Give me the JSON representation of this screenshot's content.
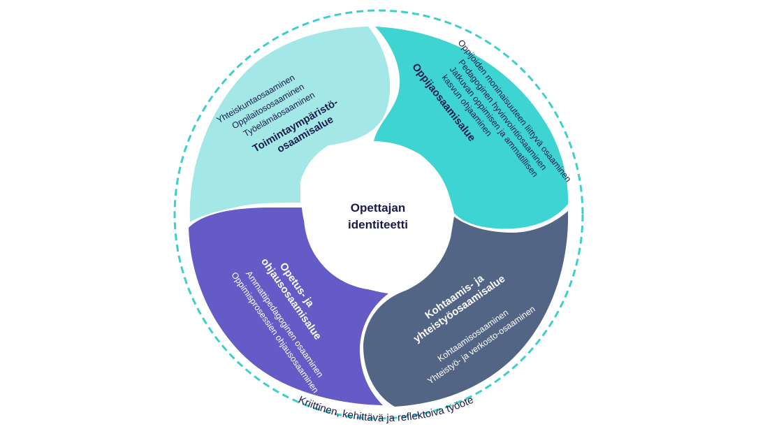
{
  "center": {
    "line1": "Opettajan",
    "line2": "identiteetti"
  },
  "outer_ring": {
    "label": "Kriittinen, kehittävä ja reflektoiva työote",
    "color": "#3ecfcb"
  },
  "segments": {
    "toimintaymparisto": {
      "color": "#a3e8e6",
      "text_color": "#1a1a4a",
      "title_line1": "Toimintaympäristö-",
      "title_line2": "osaamisalue",
      "items": [
        "Yhteiskuntaosaaminen",
        "Oppilaitososaaminen",
        "Työelämäosaaminen"
      ]
    },
    "oppija": {
      "color": "#3dd4d1",
      "text_color": "#1a1a4a",
      "title": "Oppijaosaamisalue",
      "items": [
        "Oppijoiden moninaisuuteen liittyvä osaaminen",
        "Pedagoginen hyvinvointiosaaminen",
        "Jatkuvan oppimisen ja ammatillisen",
        "kasvun ohjaaminen"
      ]
    },
    "kohtaamis": {
      "color": "#536585",
      "text_color": "#ffffff",
      "title_line1": "Kohtaamis- ja",
      "title_line2": "yhteistyöosaamisalue",
      "items": [
        "Kohtaamisosaaminen",
        "Yhteistyö- ja verkosto-osaaminen"
      ]
    },
    "opetus": {
      "color": "#655bc6",
      "text_color": "#ffffff",
      "title_line1": "Opetus- ja",
      "title_line2": "ohjausosaamisalue",
      "items": [
        "Ammattipedagoginen osaaminen",
        "Oppimisprosessien ohjausosaaminen"
      ]
    }
  }
}
